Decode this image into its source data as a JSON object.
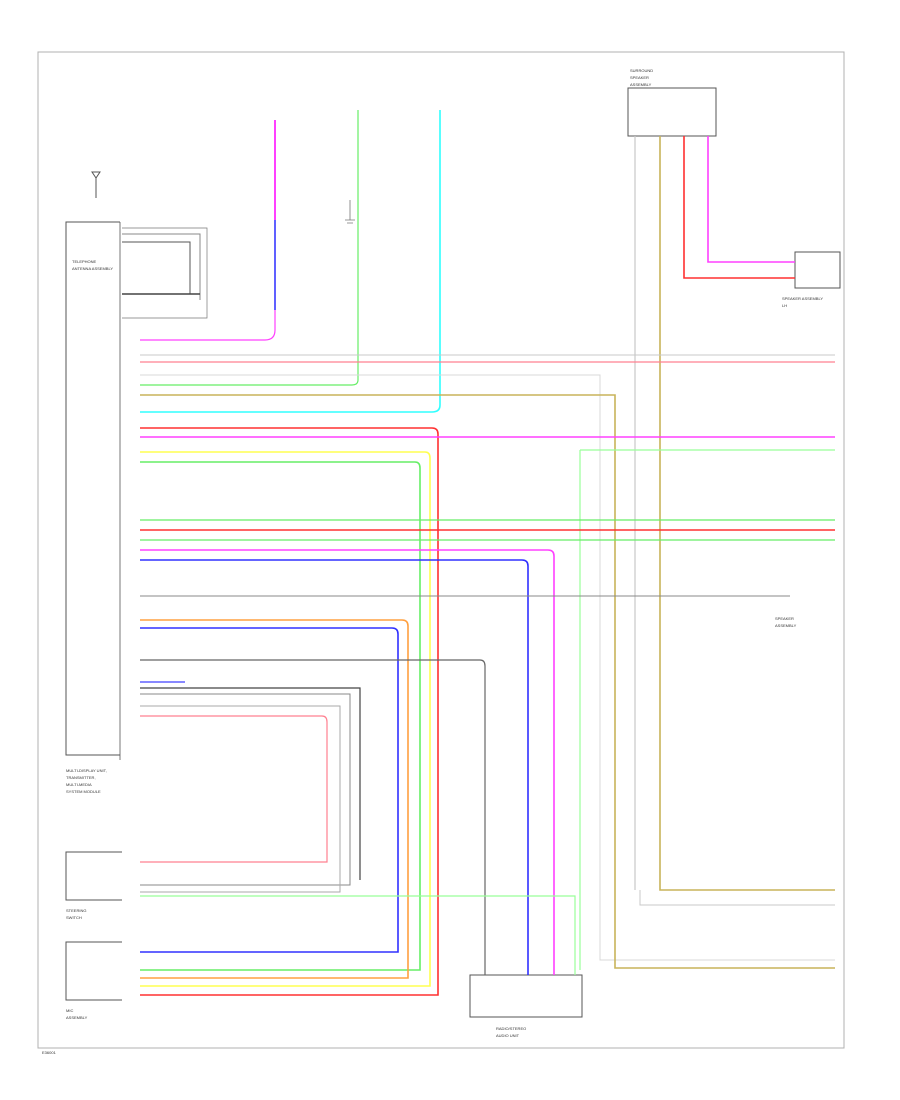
{
  "colors": {
    "magenta": "#ff40ff",
    "red": "#ff3030",
    "green": "#66ee66",
    "lightgreen": "#99ff99",
    "cyan": "#30ffff",
    "blue": "#3030ff",
    "yellow": "#ffff50",
    "orange": "#ffa040",
    "gray": "#707070",
    "lightgray": "#c8c8c8",
    "tan": "#c8b45a",
    "pink": "#ff8090",
    "black": "#333333"
  },
  "text": {
    "tel_antenna": [
      "TELEPHONE",
      "ANTENNA ASSEMBLY"
    ],
    "main_unit": [
      "MULTI-DISPLAY UNIT,",
      "TRANSMITTER,",
      "MULTI-MEDIA",
      "SYSTEM MODULE"
    ],
    "steering_sw": [
      "STEERING",
      "SWITCH"
    ],
    "mic": [
      "MIC",
      "ASSEMBLY"
    ],
    "radio_unit": [
      "RADIO/STEREO",
      "AUDIO UNIT"
    ],
    "top_right_unit": [
      "SURROUND",
      "SPEAKER",
      "ASSEMBLY"
    ],
    "spk1": [
      "SPEAKER ASSEMBLY",
      "LH"
    ],
    "spk2": [
      "SPEAKER",
      "ASSEMBLY"
    ],
    "fig_code": "E36001"
  }
}
